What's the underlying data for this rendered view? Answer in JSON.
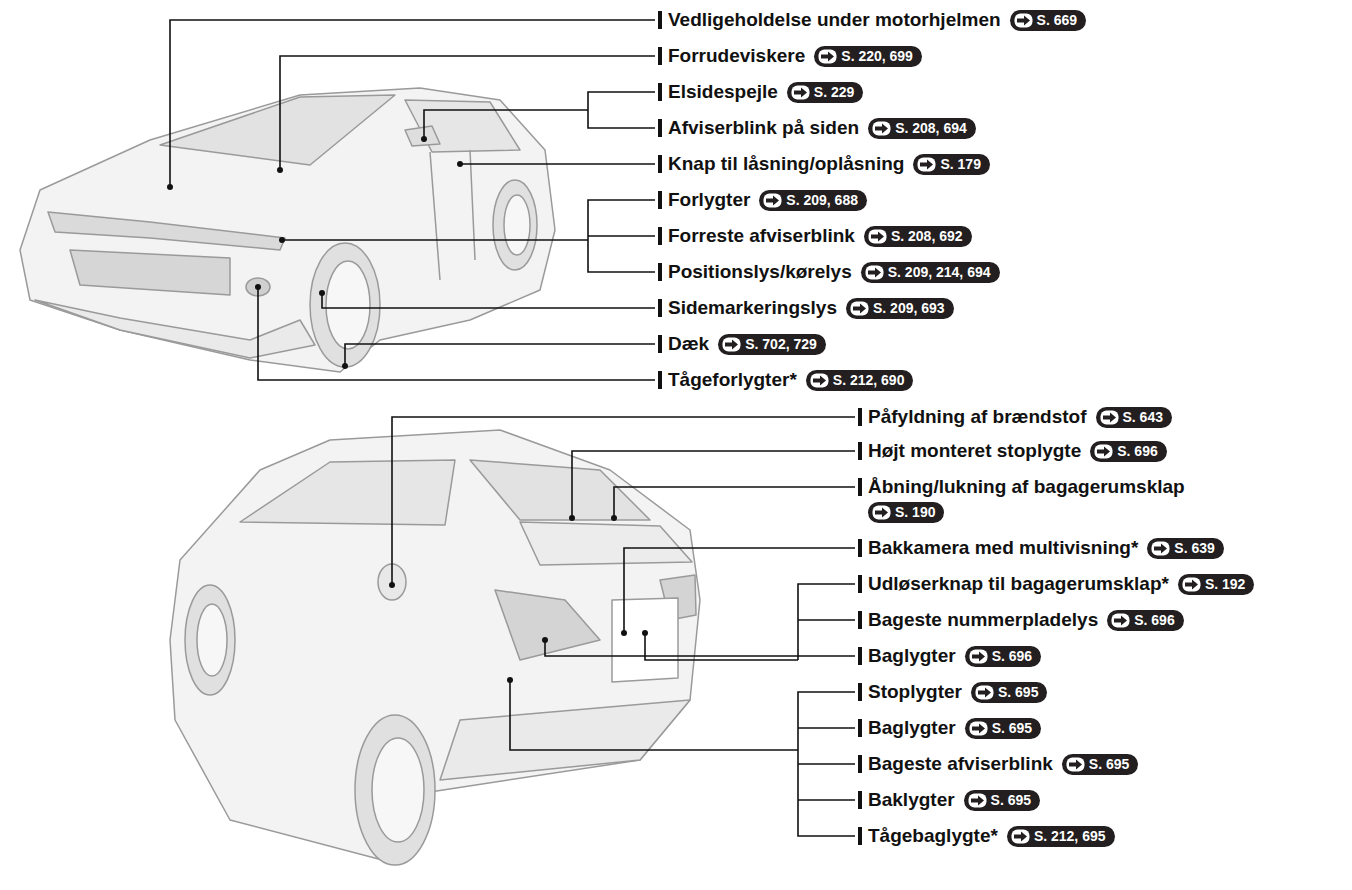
{
  "diagram": {
    "labels": [
      "Vedligeholdelse under motorhjelmen",
      "S. 669",
      "Forrudeviskere",
      "S. 220, 699",
      "Elsidespejle",
      "S. 229",
      "Afviserblink på siden",
      "S. 208, 694",
      "Knap til låsning/oplåsning",
      "S. 179",
      "Forlygter",
      "S. 209, 688",
      "Forreste afviserblink",
      "S. 208, 692",
      "Positionslys/kørelys",
      "S. 209, 214, 694",
      "Sidemarkeringslys",
      "S. 209, 693",
      "Dæk",
      "S. 702, 729",
      "Tågeforlygter*",
      "S. 212, 690",
      "Påfyldning af brændstof",
      "S. 643",
      "Højt monteret stoplygte",
      "S. 696",
      "Åbning/lukning af bagagerumsklap",
      "S. 190",
      "Bakkamera med multivisning*",
      "S. 639",
      "Udløserknap til bagagerumsklap*",
      "S. 192",
      "Bageste nummerpladelys",
      "S. 696",
      "Baglygter",
      "S. 696",
      "Stoplygter",
      "S. 695",
      "Baglygter",
      "S. 695",
      "Bageste afviserblink",
      "S. 695",
      "Baklygter",
      "S. 695",
      "Tågebaglygte*",
      "S. 212, 695"
    ]
  }
}
